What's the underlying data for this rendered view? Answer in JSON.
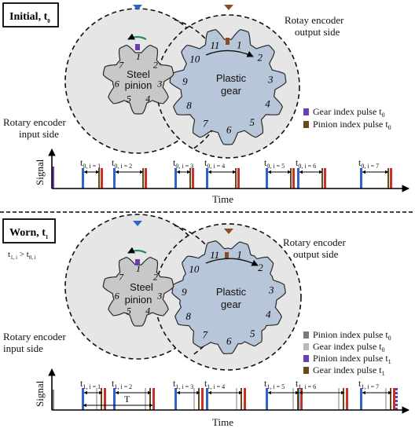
{
  "initial": {
    "box_title": "Initial, t",
    "box_sub": "0",
    "output_label_1": "Rotay encoder",
    "output_label_2": "output side",
    "input_label_1": "Rotary encoder",
    "input_label_2": "input side",
    "pinion_label_1": "Steel",
    "pinion_label_2": "pinion",
    "gear_label_1": "Plastic",
    "gear_label_2": "gear",
    "pinion_numbers": [
      "1",
      "2",
      "3",
      "4",
      "5",
      "6",
      "7"
    ],
    "gear_numbers": [
      "1",
      "2",
      "3",
      "4",
      "5",
      "6",
      "7",
      "8",
      "9",
      "10",
      "11"
    ],
    "legend": [
      {
        "label": "Gear index pulse t",
        "sub": "0",
        "color": "#6a3fb0"
      },
      {
        "label": "Pinion index pulse t",
        "sub": "0",
        "color": "#6b4a1a"
      }
    ],
    "intervals": [
      {
        "main": "t",
        "sub": "0, i = 1"
      },
      {
        "main": "t",
        "sub": "0, i = 2"
      },
      {
        "main": "t",
        "sub": "0, i = 3"
      },
      {
        "main": "t",
        "sub": "0, i = 4"
      },
      {
        "main": "t",
        "sub": "0, i = 5"
      },
      {
        "main": "t",
        "sub": "0, i = 6"
      },
      {
        "main": "t",
        "sub": "0, i = 7"
      }
    ],
    "y_axis": "Signal",
    "x_axis": "Time"
  },
  "worn": {
    "box_title": "Worn, t",
    "box_sub": "1",
    "relation_main": "t",
    "relation_sub1": "1, i",
    "relation_op": " > t",
    "relation_sub2": "0, i",
    "output_label_1": "Rotary encoder",
    "output_label_2": "output side",
    "input_label_1": "Rotary encoder",
    "input_label_2": "input side",
    "pinion_label_1": "Steel",
    "pinion_label_2": "pinion",
    "gear_label_1": "Plastic",
    "gear_label_2": "gear",
    "pinion_numbers": [
      "1",
      "2",
      "3",
      "4",
      "5",
      "6",
      "7"
    ],
    "gear_numbers": [
      "1",
      "2",
      "3",
      "4",
      "5",
      "6",
      "7",
      "8",
      "9",
      "10",
      "11"
    ],
    "legend": [
      {
        "label": "Pinion index pulse t",
        "sub": "0",
        "color": "#7a7a7a"
      },
      {
        "label": "Gear index pulse t",
        "sub": "0",
        "color": "#b8b8b8"
      },
      {
        "label": "Pinion index pulse t",
        "sub": "1",
        "color": "#6a3fb0"
      },
      {
        "label": "Gear index pulse t",
        "sub": "1",
        "color": "#6b4a1a"
      }
    ],
    "intervals": [
      {
        "main": "t",
        "sub": "1, i = 1"
      },
      {
        "main": "t",
        "sub": "1, i = 2"
      },
      {
        "main": "t",
        "sub": "1, i = 3"
      },
      {
        "main": "t",
        "sub": "1, i = 4"
      },
      {
        "main": "t",
        "sub": "1, i = 5"
      },
      {
        "main": "t",
        "sub": "1, i = 6"
      },
      {
        "main": "t",
        "sub": "1, i = 7"
      }
    ],
    "period_label": "T",
    "y_axis": "Signal",
    "x_axis": "Time"
  },
  "colors": {
    "blue_pulse": "#2f63c9",
    "red_pulse": "#c4322a",
    "purple_pulse": "#6a3fb0",
    "brown_pulse": "#6b4a1a",
    "pinion_fill": "#c8c8c8",
    "gear_fill": "#b8c6da",
    "disk_fill": "#e6e6e6"
  }
}
